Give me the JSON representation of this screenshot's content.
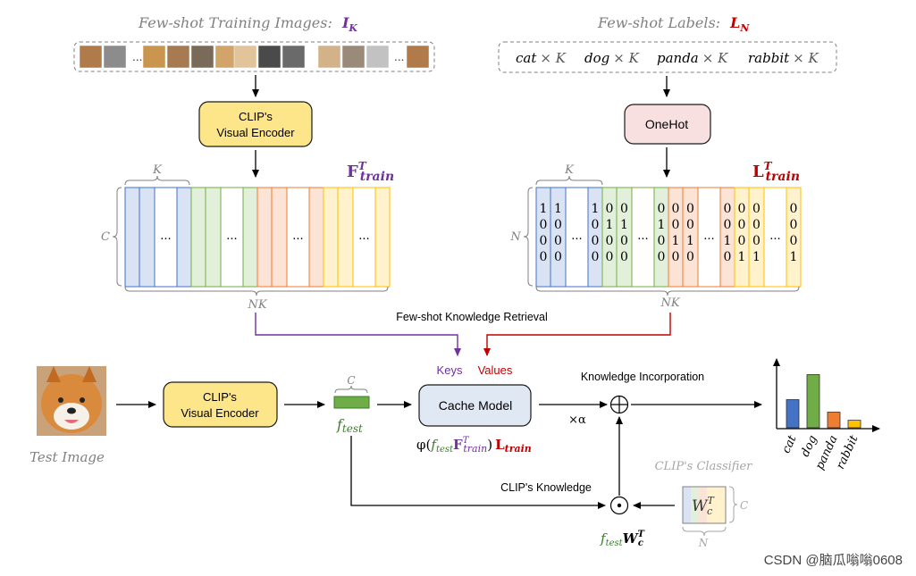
{
  "colors": {
    "encoder_fill": "#fde58a",
    "encoder_stroke": "#8a6a00",
    "onehot_fill": "#f9e0e0",
    "cache_fill": "#dfe8f3",
    "purple": "#7030a0",
    "red": "#c00000",
    "green_text": "#3a7d2c",
    "blue": "#2f5597",
    "col_blue": "#dae3f3",
    "col_green": "#e2efda",
    "col_orange": "#fbe3d6",
    "col_yellow": "#fff2cc",
    "bar_blue": "#4472c4",
    "bar_green": "#70ad47",
    "bar_orange": "#ed7d31",
    "bar_yellow": "#ffc000"
  },
  "top_left": {
    "title": "Few-shot Training Images:",
    "title_symbol": "I",
    "title_sub": "K",
    "encoder_line1": "CLIP's",
    "encoder_line2": "Visual Encoder",
    "k_label": "K",
    "c_label": "C",
    "nk_label": "NK",
    "matrix_symbol": "F",
    "matrix_sup": "T",
    "matrix_sub": "train",
    "ellipsis": "..."
  },
  "top_right": {
    "title": "Few-shot Labels:",
    "title_symbol": "L",
    "title_sub": "N",
    "labels": [
      "cat",
      "dog",
      "panda",
      "rabbit"
    ],
    "times_k": "× K",
    "onehot": "OneHot",
    "k_label": "K",
    "n_label": "N",
    "nk_label": "NK",
    "matrix_symbol": "L",
    "matrix_sup": "T",
    "matrix_sub": "train",
    "ellipsis": "..."
  },
  "onehot_columns": [
    [
      "1",
      "0",
      "0",
      "0"
    ],
    [
      "1",
      "0",
      "0",
      "0"
    ],
    [
      "1",
      "0",
      "0",
      "0"
    ],
    [
      "0",
      "1",
      "0",
      "0"
    ],
    [
      "0",
      "1",
      "0",
      "0"
    ],
    [
      "0",
      "1",
      "0",
      "0"
    ],
    [
      "0",
      "0",
      "1",
      "0"
    ],
    [
      "0",
      "0",
      "1",
      "0"
    ],
    [
      "0",
      "0",
      "1",
      "0"
    ],
    [
      "0",
      "0",
      "0",
      "1"
    ],
    [
      "0",
      "0",
      "0",
      "1"
    ],
    [
      "0",
      "0",
      "0",
      "1"
    ]
  ],
  "middle": {
    "retrieval": "Few-shot  Knowledge Retrieval",
    "keys": "Keys",
    "values": "Values",
    "test_image": "Test Image",
    "encoder_line1": "CLIP's",
    "encoder_line2": "Visual Encoder",
    "c_label": "C",
    "f_test": "f",
    "f_test_sub": "test",
    "cache_model": "Cache Model",
    "phi": "φ",
    "knowledge_incorporation": "Knowledge Incorporation",
    "times_alpha": "×α",
    "clip_knowledge": "CLIP's  Knowledge",
    "clip_classifier": "CLIP's Classifier",
    "w_symbol": "W",
    "w_sub": "c",
    "w_sup": "T",
    "n_label": "N",
    "c_label2": "C",
    "oplus": "⊕",
    "odot": "⊙"
  },
  "chart_data": {
    "type": "bar",
    "categories": [
      "cat",
      "dog",
      "panda",
      "rabbit"
    ],
    "values": [
      0.45,
      0.85,
      0.25,
      0.12
    ],
    "title": "",
    "xlabel": "",
    "ylabel": ""
  },
  "watermark": "CSDN @脑瓜嗡嗡0608"
}
